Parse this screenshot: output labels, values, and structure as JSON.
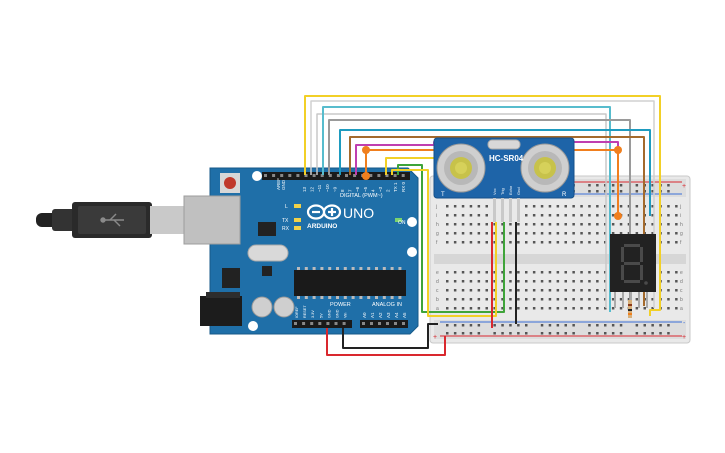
{
  "board": {
    "logo_text": "ARDUINO",
    "model": "UNO",
    "digital_label": "DIGITAL (PWM~)",
    "power_label": "POWER",
    "analog_label": "ANALOG IN",
    "on_label": "ON",
    "tx_label": "TX",
    "rx_label": "RX",
    "l_label": "L",
    "aref_label": "AREF",
    "gnd_label": "GND",
    "digital_pins": [
      "13",
      "12",
      "~11",
      "~10",
      "~9",
      "8",
      "7",
      "~6",
      "~5",
      "4",
      "~3",
      "2",
      "TX 1",
      "RX 0"
    ],
    "power_pins": [
      "IOREF",
      "RESET",
      "3.3V",
      "5V",
      "GND",
      "GND",
      "Vin"
    ],
    "analog_pins": [
      "A0",
      "A1",
      "A2",
      "A3",
      "A4",
      "A5"
    ]
  },
  "sensor": {
    "model": "HC-SR04",
    "pins": [
      "Vcc",
      "Trig",
      "Echo",
      "Gnd"
    ]
  },
  "breadboard": {
    "row_letters_top": [
      "j",
      "i",
      "h",
      "g",
      "f"
    ],
    "row_letters_bottom": [
      "e",
      "d",
      "c",
      "b",
      "a"
    ],
    "rail_plus": "+",
    "rail_minus": "-"
  },
  "display": {
    "digit": "8"
  },
  "colors": {
    "board": "#1f6fa8",
    "yellow": "#f2d027",
    "cyan": "#57bccd",
    "grey": "#a7a7a7",
    "teal": "#1e9bbf",
    "brown": "#a46a2c",
    "magenta": "#c03fb0",
    "orange": "#f07f1e",
    "green": "#3fa43a",
    "red": "#d9282e",
    "black": "#222222"
  }
}
